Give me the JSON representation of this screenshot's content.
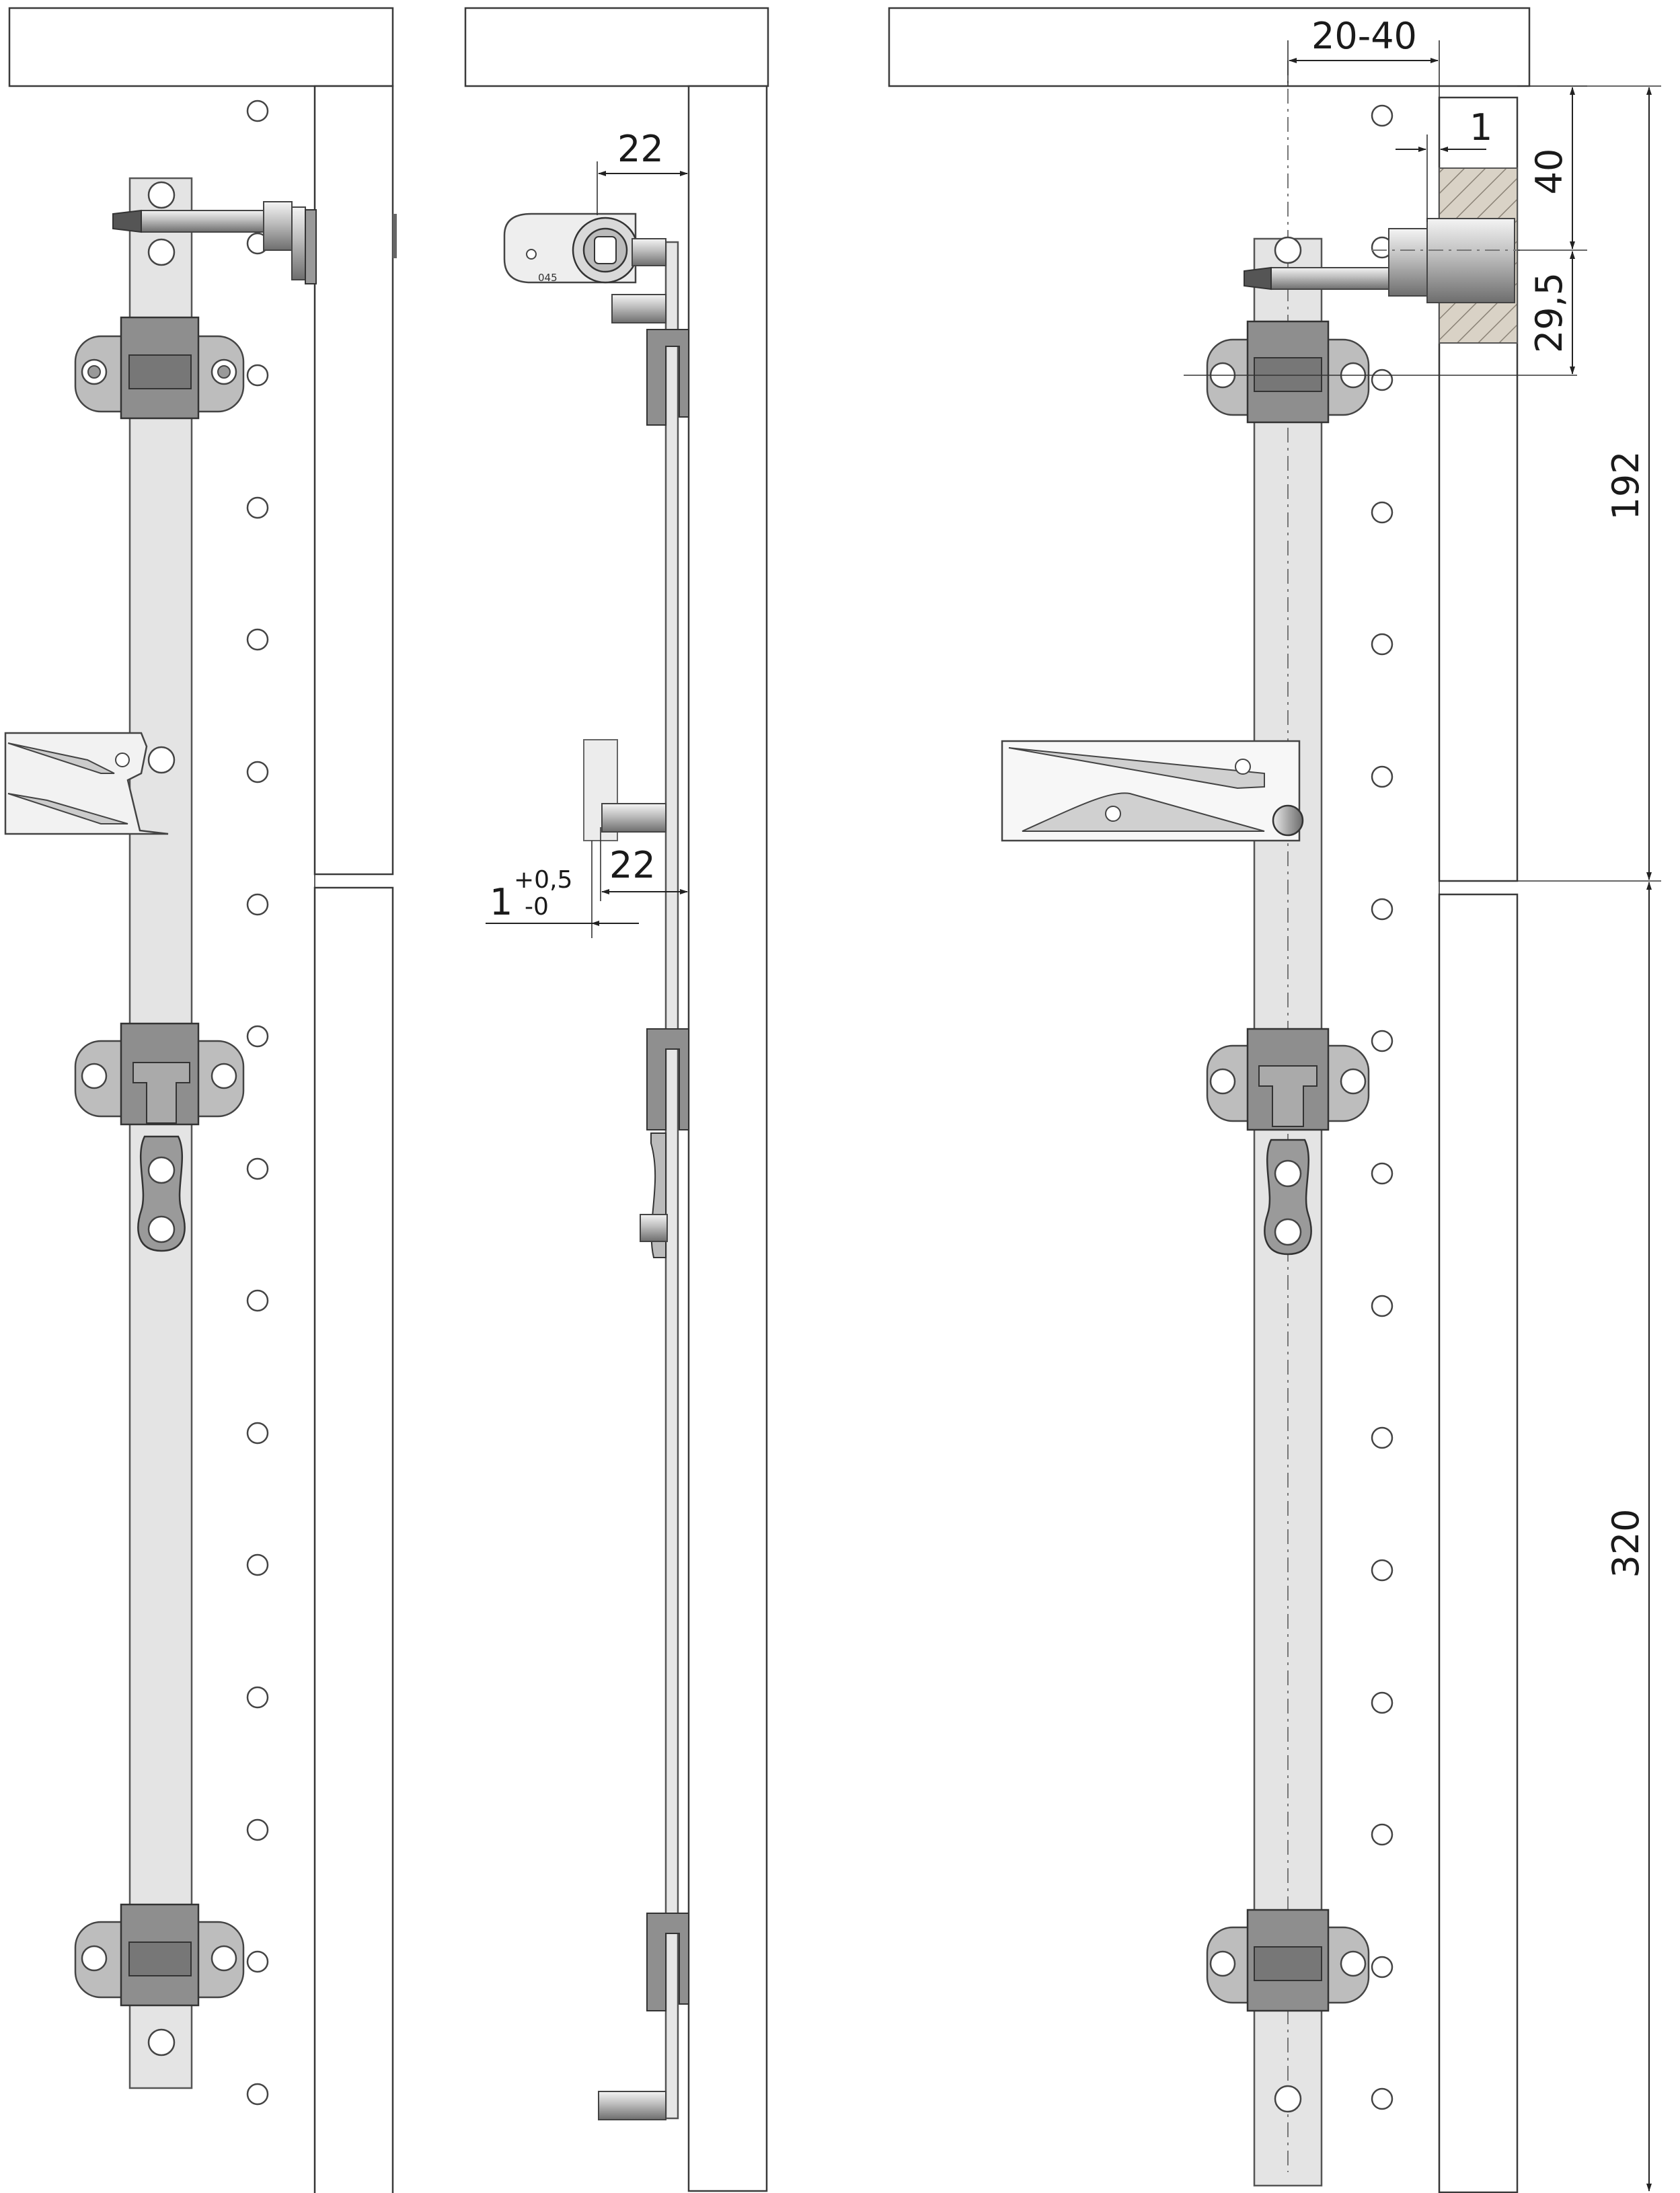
{
  "dimensions": {
    "side_view_offset_top": "22",
    "side_view_offset_mid": "22",
    "tolerance_base": "1",
    "tolerance_plus": "+0,5",
    "tolerance_minus": "-0",
    "range_20_40": "20-40",
    "gap_1": "1",
    "height_40": "40",
    "height_29_5": "29,5",
    "height_192": "192",
    "height_320": "320"
  },
  "labels": {
    "cam_stamp": "045"
  }
}
